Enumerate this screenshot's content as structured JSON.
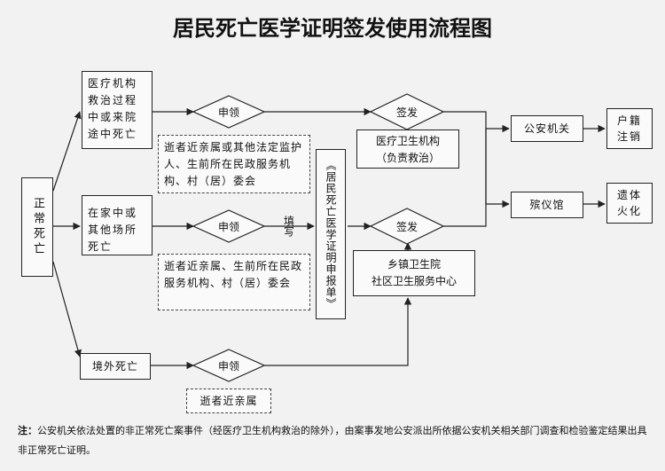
{
  "title": "居民死亡医学证明签发使用流程图",
  "nodes": {
    "normal_death": "正常死亡",
    "hospital_death": "医疗机构救治过程中或来院途中死亡",
    "home_death": "在家中或其他场所死亡",
    "abroad_death": "境外死亡",
    "apply_1": "申领",
    "apply_2": "申领",
    "apply_3": "申领",
    "sign_1": "签发",
    "sign_2": "签发",
    "apply_group_1": "逝者近亲属或其他法定监护人、生前所在民政服务机构、村（居）委会",
    "apply_group_2": "逝者近亲属、生前所在民政服务机构、村（居）委会",
    "apply_group_3": "逝者近亲属",
    "fill_label": "填写",
    "report_form": "《居民死亡医学证明申报单》",
    "medical_institution": "医疗卫生机构",
    "medical_institution_sub": "（负责救治）",
    "township_hospital": "乡镇卫生院",
    "community_center": "社区卫生服务中心",
    "police": "公安机关",
    "funeral_home": "殡仪馆",
    "household_cancel": "户籍注销",
    "cremation": "遗体火化"
  },
  "note": {
    "label": "注：",
    "text": "公安机关依法处置的非正常死亡案事件（经医疗卫生机构救治的除外），由案事发地公安派出所依据公安机关相关部门调查和检验鉴定结果出具非正常死亡证明。"
  }
}
